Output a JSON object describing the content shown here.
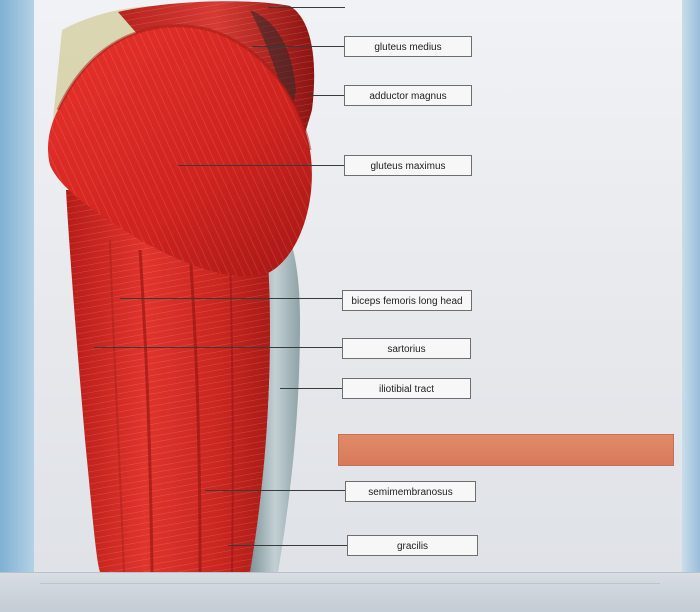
{
  "labels": [
    {
      "id": "gluteus-medius",
      "text": "gluteus medius"
    },
    {
      "id": "adductor-magnus",
      "text": "adductor magnus"
    },
    {
      "id": "gluteus-maximus",
      "text": "gluteus maximus"
    },
    {
      "id": "biceps-femoris-long-head",
      "text": "biceps femoris long head"
    },
    {
      "id": "sartorius",
      "text": "sartorius"
    },
    {
      "id": "iliotibial-tract",
      "text": "iliotibial tract"
    },
    {
      "id": "semimembranosus",
      "text": "semimembranosus"
    },
    {
      "id": "gracilis",
      "text": "gracilis"
    }
  ],
  "colors": {
    "muscle_red": "#d92a24",
    "muscle_dark": "#9e1614",
    "fascia": "#9fb1b6",
    "answer_bank": "#dd8464"
  }
}
